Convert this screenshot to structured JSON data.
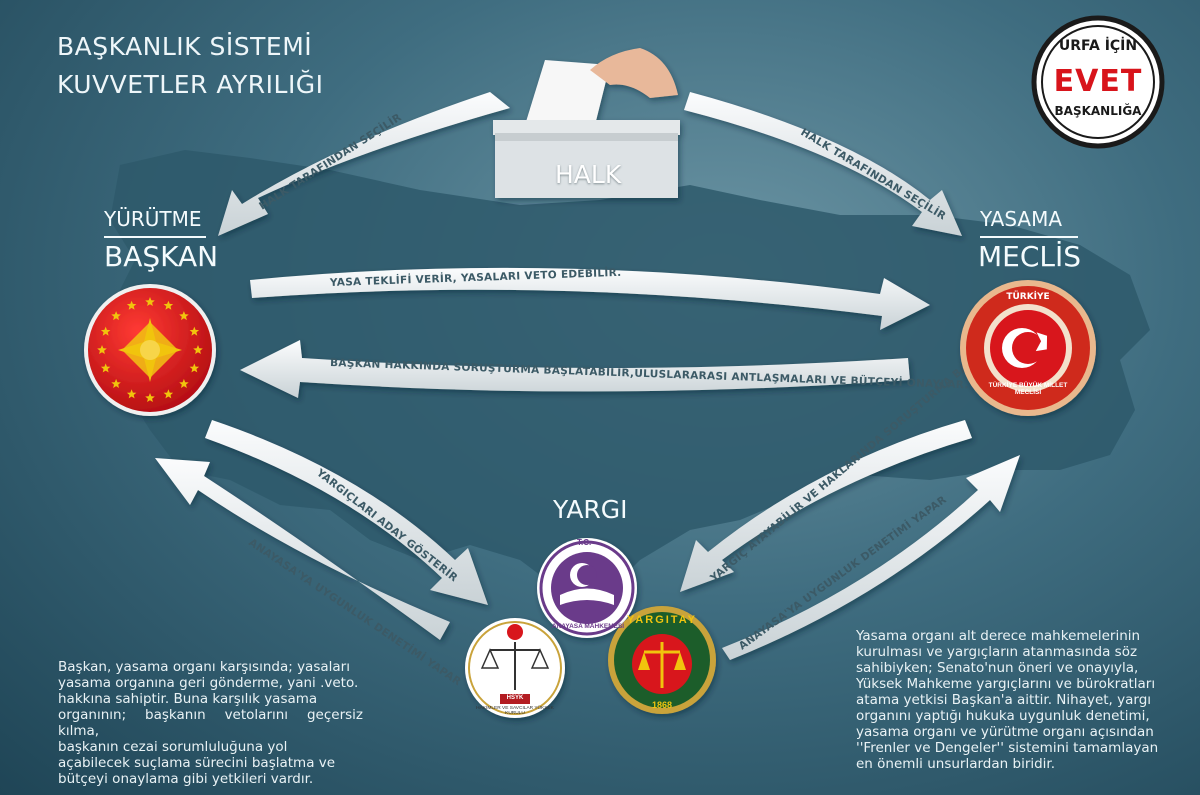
{
  "title": {
    "line1": "BAŞKANLIK SİSTEMİ",
    "line2": "KUVVETLER AYRILIĞI"
  },
  "nodes": {
    "halk": "HALK",
    "yurutme": "YÜRÜTME",
    "baskan": "BAŞKAN",
    "yasama": "YASAMA",
    "meclis": "MECLİS",
    "yargi": "YARGI"
  },
  "arrows": {
    "halk_to_baskan": "HALK TARAFINDAN SEÇİLİR",
    "halk_to_meclis": "HALK TARAFINDAN SEÇİLİR",
    "baskan_to_meclis": "YASA TEKLİFİ VERİR, YASALARI VETO EDEBİLİR.",
    "meclis_to_baskan": "BAŞKAN HAKKINDA SORUŞTURMA BAŞLATABİLİR,ULUSLARARASI ANTLAŞMALARI VE BÜTÇEYİ ONAYLAR.",
    "baskan_to_yargi": "YARGIÇLARI ADAY GÖSTERİR",
    "yargi_to_baskan": "ANAYASA'YA UYGUNLUK DENETİMİ YAPAR",
    "meclis_to_yargi": "YARGIÇ ATAYABİLİR VE HAKLARINDA SORUŞTURMA BAŞLATABİLİR.",
    "yargi_to_meclis": "ANAYASA'YA UYGUNLUK DENETİMİ YAPAR"
  },
  "stamp": {
    "top": "URFA İÇİN",
    "middle": "EVET",
    "bottom": "BAŞKANLIĞA"
  },
  "seals": {
    "tbmm_text": "TÜRKİYE BÜYÜK MİLLET MECLİSİ",
    "anayasa_top": "T.C.",
    "anayasa_bottom": "ANAYASA MAHKEMESİ",
    "hsyk_bottom": "HAKİMLER VE SAVCILAR YÜKSEK KURULU",
    "hsyk_badge": "HSYK",
    "yargitay_text": "YARGITAY",
    "yargitay_year": "1868"
  },
  "left_paragraph": [
    "Başkan, yasama organı karşısında; yasaları",
    "yasama organına geri gönderme, yani .veto.",
    "hakkına sahiptir. Buna karşılık yasama",
    "organının; başkanın vetolarını geçersiz kılma,",
    "başkanın cezai sorumluluğuna yol",
    "açabilecek suçlama sürecini başlatma ve",
    "bütçeyi onaylama gibi yetkileri vardır."
  ],
  "right_paragraph": [
    "Yasama organı alt derece mahkemelerinin",
    "kurulması ve yargıçların atanmasında söz",
    "sahibiyken; Senato'nun öneri ve onayıyla,",
    "Yüksek Mahkeme yargıçlarını ve bürokratları",
    "atama yetkisi Başkan'a aittir. Nihayet, yargı",
    "organını yaptığı hukuka uygunluk denetimi,",
    "yasama organı ve yürütme organı açısından",
    "''Frenler ve Dengeler'' sistemini tamamlayan",
    "en önemli unsurlardan biridir."
  ],
  "colors": {
    "background": "#3f6d80",
    "arrow": "#e6ebed",
    "presidential_red": "#d1141b",
    "yargitay_green": "#1f5d2c",
    "anayasa_purple": "#6b3a8a"
  }
}
